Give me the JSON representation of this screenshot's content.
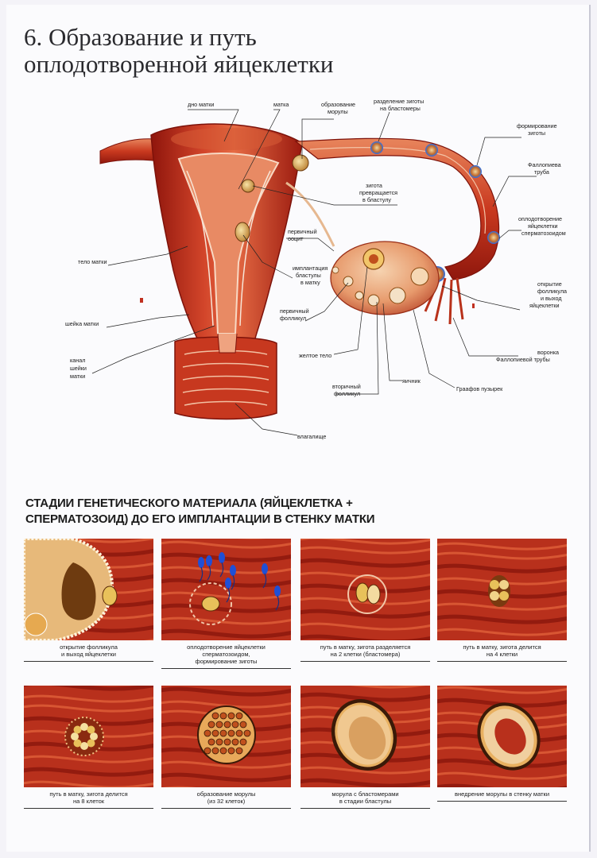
{
  "title": {
    "line1": "6. Образование и путь",
    "line2": "оплодотворенной яйцеклетки"
  },
  "diagram_labels": {
    "dno_matki": "дно матки",
    "matka": "матка",
    "obrazovanie_moruly": [
      "образование",
      "морулы"
    ],
    "razdelenie_zigoty": [
      "разделение зиготы",
      "на бластомеры"
    ],
    "formirovanie_zigoty": [
      "формирование",
      "зиготы"
    ],
    "fallopieva_truba": [
      "Фаллопиева",
      "труба"
    ],
    "zigota_prevrashchaetsya": [
      "зигота",
      "превращается",
      "в бластулу"
    ],
    "oplodotvorenie": [
      "оплодотворение",
      "яйцеклетки",
      "сперматозоидом"
    ],
    "pervichny_oocit": [
      "первичный",
      "ооцит"
    ],
    "telo_matki": "тело матки",
    "implantatsiya": [
      "имплантация",
      "бластулы",
      "в матку"
    ],
    "otkrytie_follikula": [
      "открытие",
      "фолликула",
      "и выход",
      "яйцеклетки"
    ],
    "pervichny_follikul": [
      "первичный",
      "фолликул"
    ],
    "sheika_matki": "шейка матки",
    "voronka": [
      "воронка",
      "Фаллопиевой трубы"
    ],
    "zheltoe_telo": "желтое тело",
    "kanal_sheiki": [
      "канал",
      "шейки",
      "матки"
    ],
    "yaichnik": "яичник",
    "graafov_puzyrek": "Граафов пузырек",
    "vtorichny_follikul": [
      "вторичный",
      "фолликул"
    ],
    "vlagalishche": "влагалище"
  },
  "section": {
    "heading_line1": "СТАДИИ ГЕНЕТИЧЕСКОГО МАТЕРИАЛА (ЯЙЦЕКЛЕТКА +",
    "heading_line2": "СПЕРМАТОЗОИД) ДО ЕГО ИМПЛАНТАЦИИ В СТЕНКУ МАТКИ"
  },
  "stages": [
    {
      "caption": [
        "открытие фолликула",
        "и выход яйцеклетки"
      ],
      "kind": "follicle"
    },
    {
      "caption": [
        "оплодотворение яйцеклетки",
        "сперматозоидом,",
        "формирование зиготы"
      ],
      "kind": "fertilization"
    },
    {
      "caption": [
        "путь в матку, зигота разделяется",
        "на 2 клетки (бластомера)"
      ],
      "kind": "two-cells"
    },
    {
      "caption": [
        "путь в матку, зигота делится",
        "на 4 клетки"
      ],
      "kind": "four-cells"
    },
    {
      "caption": [
        "путь в матку, зигота делится",
        "на 8 клеток"
      ],
      "kind": "eight-cells"
    },
    {
      "caption": [
        "образование морулы",
        "(из 32 клеток)"
      ],
      "kind": "morula"
    },
    {
      "caption": [
        "морула с бластомерами",
        "в стадии бластулы"
      ],
      "kind": "blastula"
    },
    {
      "caption": [
        "внедрение морулы в стенку матки"
      ],
      "kind": "implantation"
    }
  ],
  "colors": {
    "tissue_dark": "#9e1a10",
    "tissue_mid": "#c8361f",
    "tissue_light": "#e26a45",
    "highlight": "#f6c9a0",
    "cell_yellow": "#e8c15a",
    "sperm_blue": "#1f4fd6"
  }
}
